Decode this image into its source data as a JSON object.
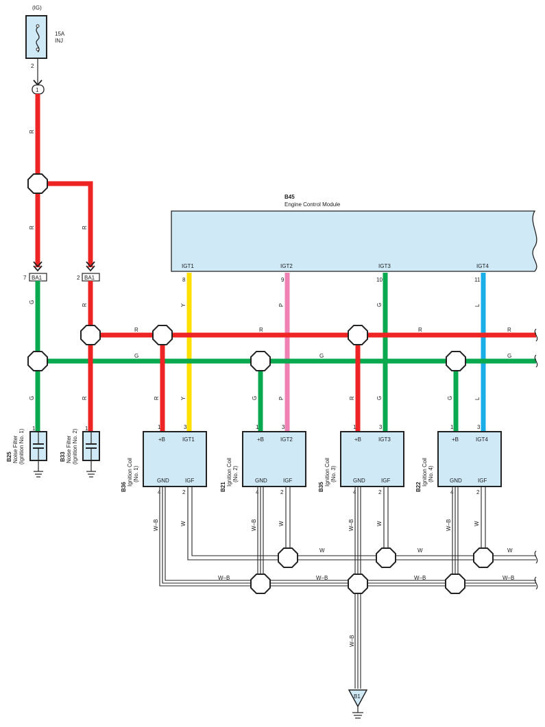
{
  "fuse": {
    "source": "(IG)",
    "rating": "15A",
    "name": "INJ",
    "pin": "2",
    "junction": "1"
  },
  "ecm": {
    "code": "B45",
    "name": "Engine Control Module",
    "pins": [
      {
        "label": "IGT1",
        "num": "8"
      },
      {
        "label": "IGT2",
        "num": "9"
      },
      {
        "label": "IGT3",
        "num": "10"
      },
      {
        "label": "IGT4",
        "num": "11"
      }
    ]
  },
  "connectors": [
    {
      "pin": "7",
      "name": "BA1"
    },
    {
      "pin": "2",
      "name": "BA1"
    }
  ],
  "noise_filters": [
    {
      "code": "B25",
      "name": "Noise Filter",
      "sub": "(Ignition No. 1)",
      "pin": "1"
    },
    {
      "code": "B33",
      "name": "Noise Filter",
      "sub": "(Ignition No. 2)",
      "pin": "1"
    }
  ],
  "coils": [
    {
      "code": "B36",
      "name": "Ignition Coil",
      "num": "(No. 1)",
      "b": "+B",
      "igt": "IGT1",
      "gnd": "GND",
      "igf": "IGF",
      "p1": "1",
      "p3": "3",
      "p4": "4",
      "p2": "2"
    },
    {
      "code": "B21",
      "name": "Ignition Coil",
      "num": "(No. 2)",
      "b": "+B",
      "igt": "IGT2",
      "gnd": "GND",
      "igf": "IGF",
      "p1": "1",
      "p3": "3",
      "p4": "4",
      "p2": "2"
    },
    {
      "code": "B35",
      "name": "Ignition Coil",
      "num": "(No. 3)",
      "b": "+B",
      "igt": "IGT3",
      "gnd": "GND",
      "igf": "IGF",
      "p1": "1",
      "p3": "3",
      "p4": "4",
      "p2": "2"
    },
    {
      "code": "B22",
      "name": "Ignition Coil",
      "num": "(No. 4)",
      "b": "+B",
      "igt": "IGT4",
      "gnd": "GND",
      "igf": "IGF",
      "p1": "1",
      "p3": "3",
      "p4": "4",
      "p2": "2"
    }
  ],
  "wire_colors": {
    "R": "R",
    "G": "G",
    "Y": "Y",
    "P": "P",
    "L": "L",
    "W": "W",
    "WB": "W–B"
  },
  "ground": {
    "name": "B1"
  },
  "colors": {
    "red": "#ee2424",
    "green": "#0aa84f",
    "yellow": "#ffe000",
    "pink": "#ee82b4",
    "blue": "#1aaee8",
    "box_fill": "#cfe9f7"
  }
}
